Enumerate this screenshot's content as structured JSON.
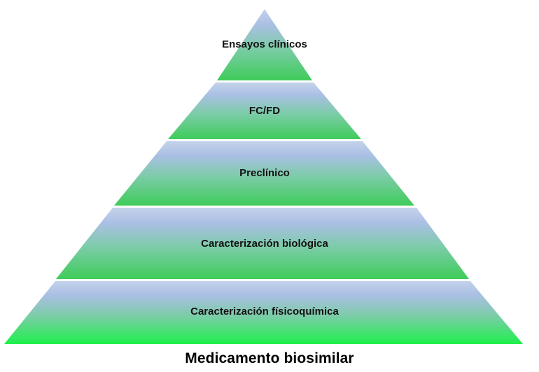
{
  "diagram": {
    "type": "pyramid",
    "tiers_top_to_bottom": [
      {
        "id": "ensayos-clinicos",
        "label": "Ensayos clínicos"
      },
      {
        "id": "fc-fd",
        "label": "FC/FD"
      },
      {
        "id": "preclinico",
        "label": "Preclínico"
      },
      {
        "id": "caracterizacion-biologica",
        "label": "Caracterización biológica"
      },
      {
        "id": "caracterizacion-fisicoquimica",
        "label": "Caracterización físicoquímica"
      }
    ],
    "caption": "Medicamento biosimilar",
    "colors": {
      "gradient_top": "#c4d3ea",
      "gradient_blue": "#aabfe4",
      "gradient_mid": "#7ccca8",
      "gradient_bottom_upper_tiers": "#3fcc5a",
      "gradient_bottom_base_tier": "#1ef04b",
      "separator": "#ffffff",
      "label_text": "#111111"
    }
  }
}
